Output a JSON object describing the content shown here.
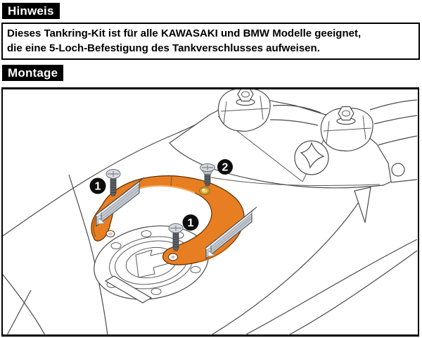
{
  "notice": {
    "header": "Hinweis",
    "lines": [
      "Dieses Tankring-Kit ist für alle KAWASAKI und BMW Modelle geeignet,",
      "die eine 5-Loch-Befestigung des Tankverschlusses aufweisen."
    ]
  },
  "montage": {
    "header": "Montage"
  },
  "diagram": {
    "callout_numbers": [
      "1",
      "1",
      "2"
    ],
    "colors": {
      "ring_orange": "#E87E22",
      "ring_orange_dark": "#C05E0E",
      "ring_orange_light": "#F5AA60",
      "badge": "#0d0d0d",
      "rail_gray": "#C9CED6",
      "rail_gray_light": "#EEF0F4",
      "rail_endcap": "#E2E6EB",
      "screw_metal": "#D8DCE1",
      "screw_shaft": "#5E6468",
      "gold": "#C89A35",
      "gold_light": "#EDCF6B"
    }
  }
}
